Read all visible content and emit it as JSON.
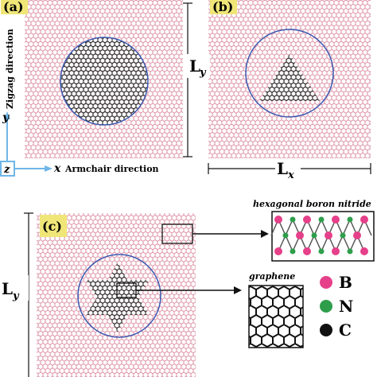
{
  "panels": {
    "a": {
      "label": "(a)"
    },
    "b": {
      "label": "(b)"
    },
    "c": {
      "label": "(c)"
    }
  },
  "axes": {
    "y_axis": "y",
    "y_direction": "Zigzag direction",
    "x_axis": "x",
    "x_direction": "Armchair direction",
    "z_axis": "z"
  },
  "dimensions": {
    "ly_main": "L",
    "ly_sub": "y",
    "lx_main": "L",
    "lx_sub": "x",
    "ly_c_main": "L",
    "ly_c_sub": "y"
  },
  "insets": {
    "hbn_title": "hexagonal boron nitride",
    "graphene_title": "graphene"
  },
  "legend": [
    {
      "symbol": "B",
      "color": "#e6408a"
    },
    {
      "symbol": "N",
      "color": "#2e9e4b"
    },
    {
      "symbol": "C",
      "color": "#111111"
    }
  ],
  "colors": {
    "hbn_lattice": "#d9849b",
    "graphene_lattice": "#222222",
    "circle": "#3a58b0",
    "label_bg": "#f0e678",
    "axis_box": "#6fb7e8"
  }
}
